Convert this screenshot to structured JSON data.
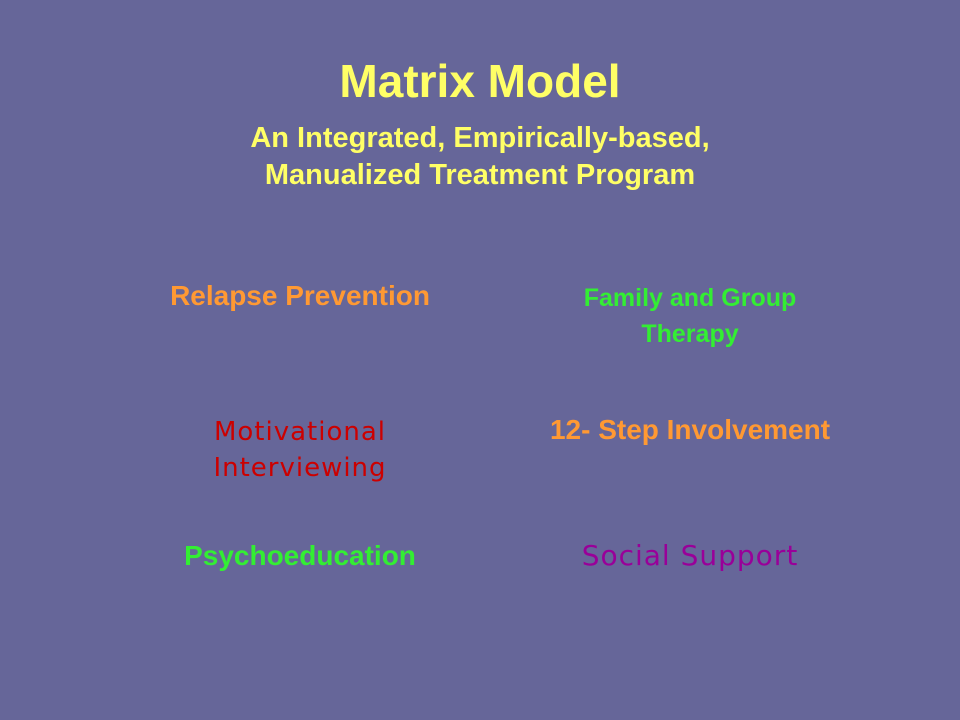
{
  "slide": {
    "title": "Matrix Model",
    "subtitle_line1": "An Integrated, Empirically-based,",
    "subtitle_line2": "Manualized Treatment Program",
    "colors": {
      "background": "#666699",
      "title": "#ffff66",
      "subtitle": "#ffff66",
      "orange": "#ff9933",
      "green": "#33ee33",
      "red": "#cc0000",
      "purple": "#990099"
    },
    "items": [
      {
        "label": "Relapse Prevention"
      },
      {
        "label_line1": "Family and Group",
        "label_line2": "Therapy"
      },
      {
        "label_line1": "Motivational",
        "label_line2": "Interviewing"
      },
      {
        "label": "12- Step Involvement"
      },
      {
        "label": "Psychoeducation"
      },
      {
        "label": "Social Support"
      }
    ]
  }
}
